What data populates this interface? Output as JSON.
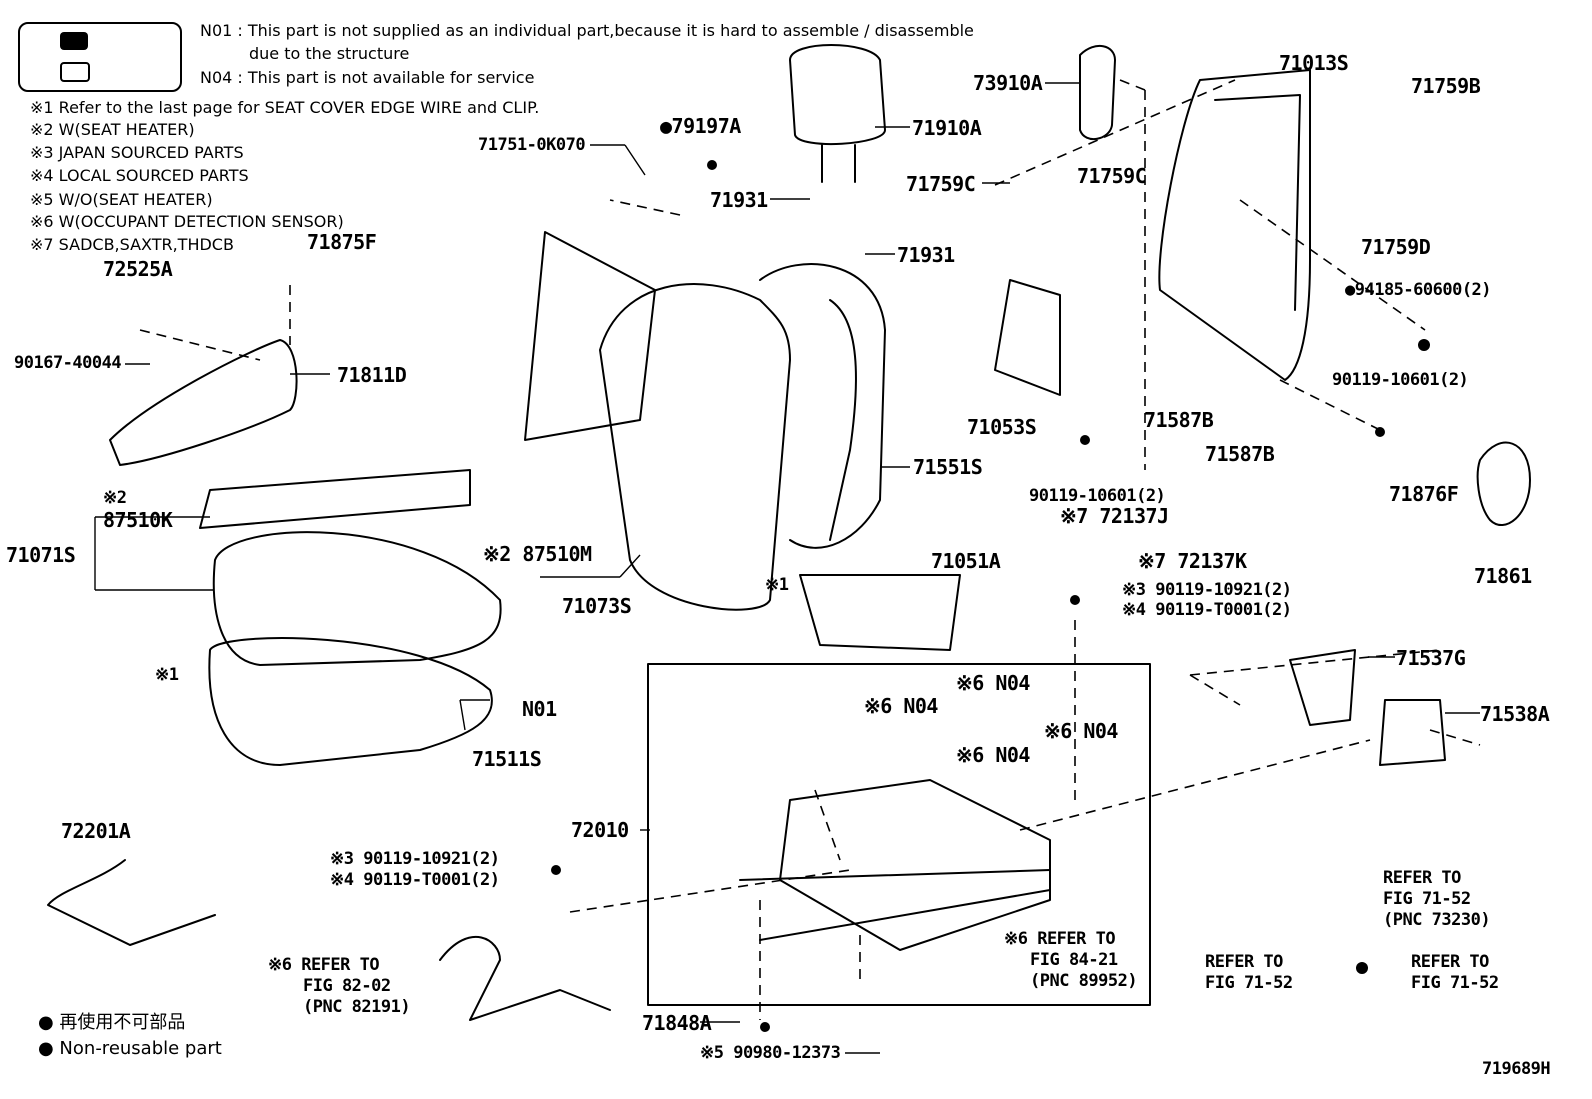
{
  "legend": {
    "n01": "N01 : This part is not supplied as an individual part,because it is hard to assemble / disassemble",
    "n01_cont": "due to the structure",
    "n04": "N04 : This part is not available for service"
  },
  "notes": [
    "※1  Refer to the last page for SEAT COVER EDGE WIRE and CLIP.",
    "※2  W(SEAT HEATER)",
    "※3  JAPAN SOURCED PARTS",
    "※4  LOCAL SOURCED PARTS",
    "※5  W/O(SEAT HEATER)",
    "※6  W(OCCUPANT DETECTION SENSOR)",
    "※7  SADCB,SAXTR,THDCB"
  ],
  "footer": {
    "jp": "● 再使用不可部品",
    "en": "● Non-reusable part",
    "figure_id": "719689H"
  },
  "parts": {
    "p71875F": "71875F",
    "p72525A": "72525A",
    "p90167": "90167-40044",
    "p71811D": "71811D",
    "p87510K_note": "※2",
    "p87510K": "87510K",
    "p71071S": "71071S",
    "p87510M": "※2 87510M",
    "p71073S": "71073S",
    "p71751": "71751-0K070",
    "p79197A": "●79197A",
    "p71910A": "71910A",
    "p71931a": "71931",
    "p71931b": "71931",
    "p73910A": "73910A",
    "p71759Ca": "71759C",
    "p71759Cb": "71759C",
    "p71013S": "71013S",
    "p71759B": "71759B",
    "p71759D": "71759D",
    "p94185": "●94185-60600(2)",
    "p90119_10601a": "90119-10601(2)",
    "p71053S": "71053S",
    "p71587Ba": "71587B",
    "p71587Bb": "71587B",
    "p71876F": "71876F",
    "p71861": "71861",
    "p71551S": "71551S",
    "p90119_10601b": "90119-10601(2)",
    "p72137J": "※7 72137J",
    "p72137K": "※7 72137K",
    "p71051A": "71051A",
    "p_note1a": "※1",
    "p_note1b": "※1",
    "p90119_10921a": "※3 90119-10921(2)",
    "p90119_T0001a": "※4 90119-T0001(2)",
    "p71537G": "71537G",
    "p71538A": "71538A",
    "pN01": "N01",
    "p71511S": "71511S",
    "pN04a": "※6 N04",
    "pN04b": "※6 N04",
    "pN04c": "※6 N04",
    "pN04d": "※6 N04",
    "p72010": "72010",
    "p72201A": "72201A",
    "p90119_10921b": "※3 90119-10921(2)",
    "p90119_T0001b": "※4 90119-T0001(2)",
    "ref82_a": "※6 REFER TO",
    "ref82_b": "FIG 82-02",
    "ref82_c": "(PNC 82191)",
    "ref84_a": "※6 REFER TO",
    "ref84_b": "FIG 84-21",
    "ref84_c": "(PNC 89952)",
    "ref7152a_a": "REFER TO",
    "ref7152a_b": "FIG 71-52",
    "ref7152a_c": "(PNC 73230)",
    "ref7152b_a": "REFER TO",
    "ref7152b_b": "FIG 71-52",
    "ref7152c_a": "REFER TO",
    "ref7152c_b": "FIG 71-52",
    "p71848A": "71848A",
    "p90980": "※5 90980-12373"
  }
}
